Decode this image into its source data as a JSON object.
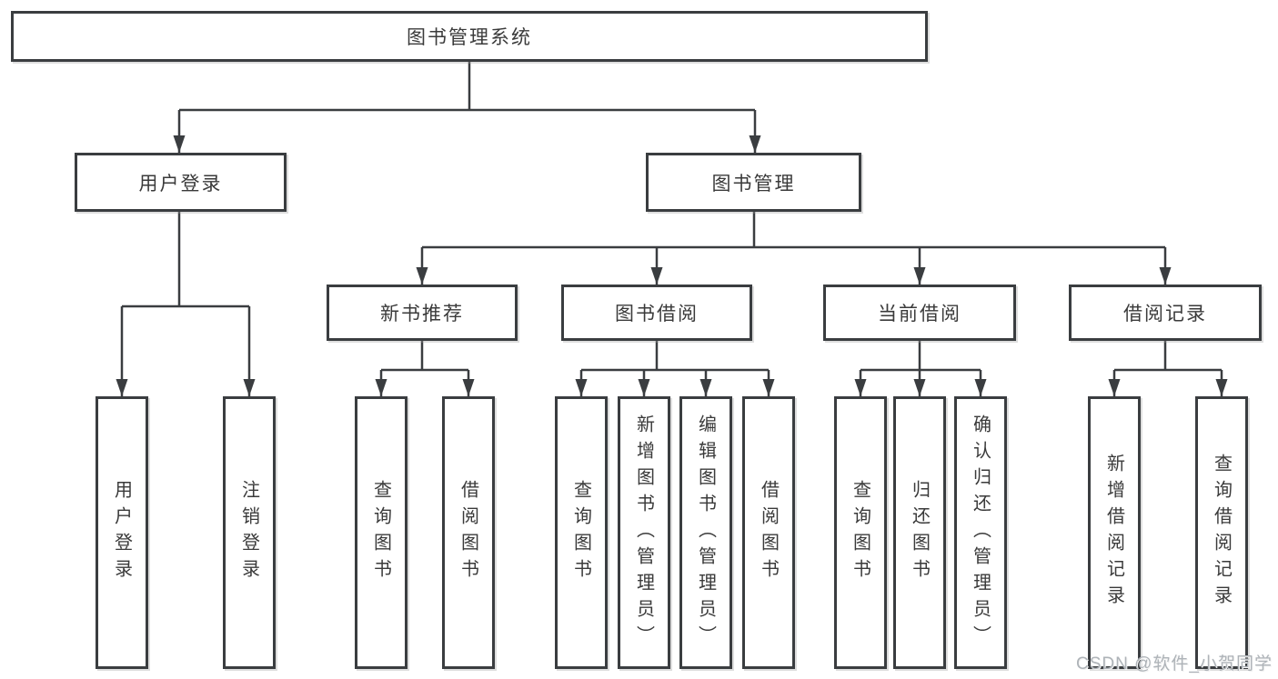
{
  "tree": {
    "root": {
      "label": "图书管理系统",
      "children": [
        {
          "label": "用户登录",
          "children": [
            {
              "label": "用户登录"
            },
            {
              "label": "注销登录"
            }
          ]
        },
        {
          "label": "图书管理",
          "children": [
            {
              "label": "新书推荐",
              "children": [
                {
                  "label": "查询图书"
                },
                {
                  "label": "借阅图书"
                }
              ]
            },
            {
              "label": "图书借阅",
              "children": [
                {
                  "label": "查询图书"
                },
                {
                  "label": "新增图书（管理员）"
                },
                {
                  "label": "编辑图书（管理员）"
                },
                {
                  "label": "借阅图书"
                }
              ]
            },
            {
              "label": "当前借阅",
              "children": [
                {
                  "label": "查询图书"
                },
                {
                  "label": "归还图书"
                },
                {
                  "label": "确认归还（管理员）"
                }
              ]
            },
            {
              "label": "借阅记录",
              "children": [
                {
                  "label": "新增借阅记录"
                },
                {
                  "label": "查询借阅记录"
                }
              ]
            }
          ]
        }
      ]
    }
  },
  "watermark": {
    "text": "CSDN @软件_小贺同学"
  },
  "colors": {
    "line": "#3a3d40",
    "text": "#3a3a3a",
    "background": "#ffffff",
    "watermark": "#aeb3b8"
  }
}
